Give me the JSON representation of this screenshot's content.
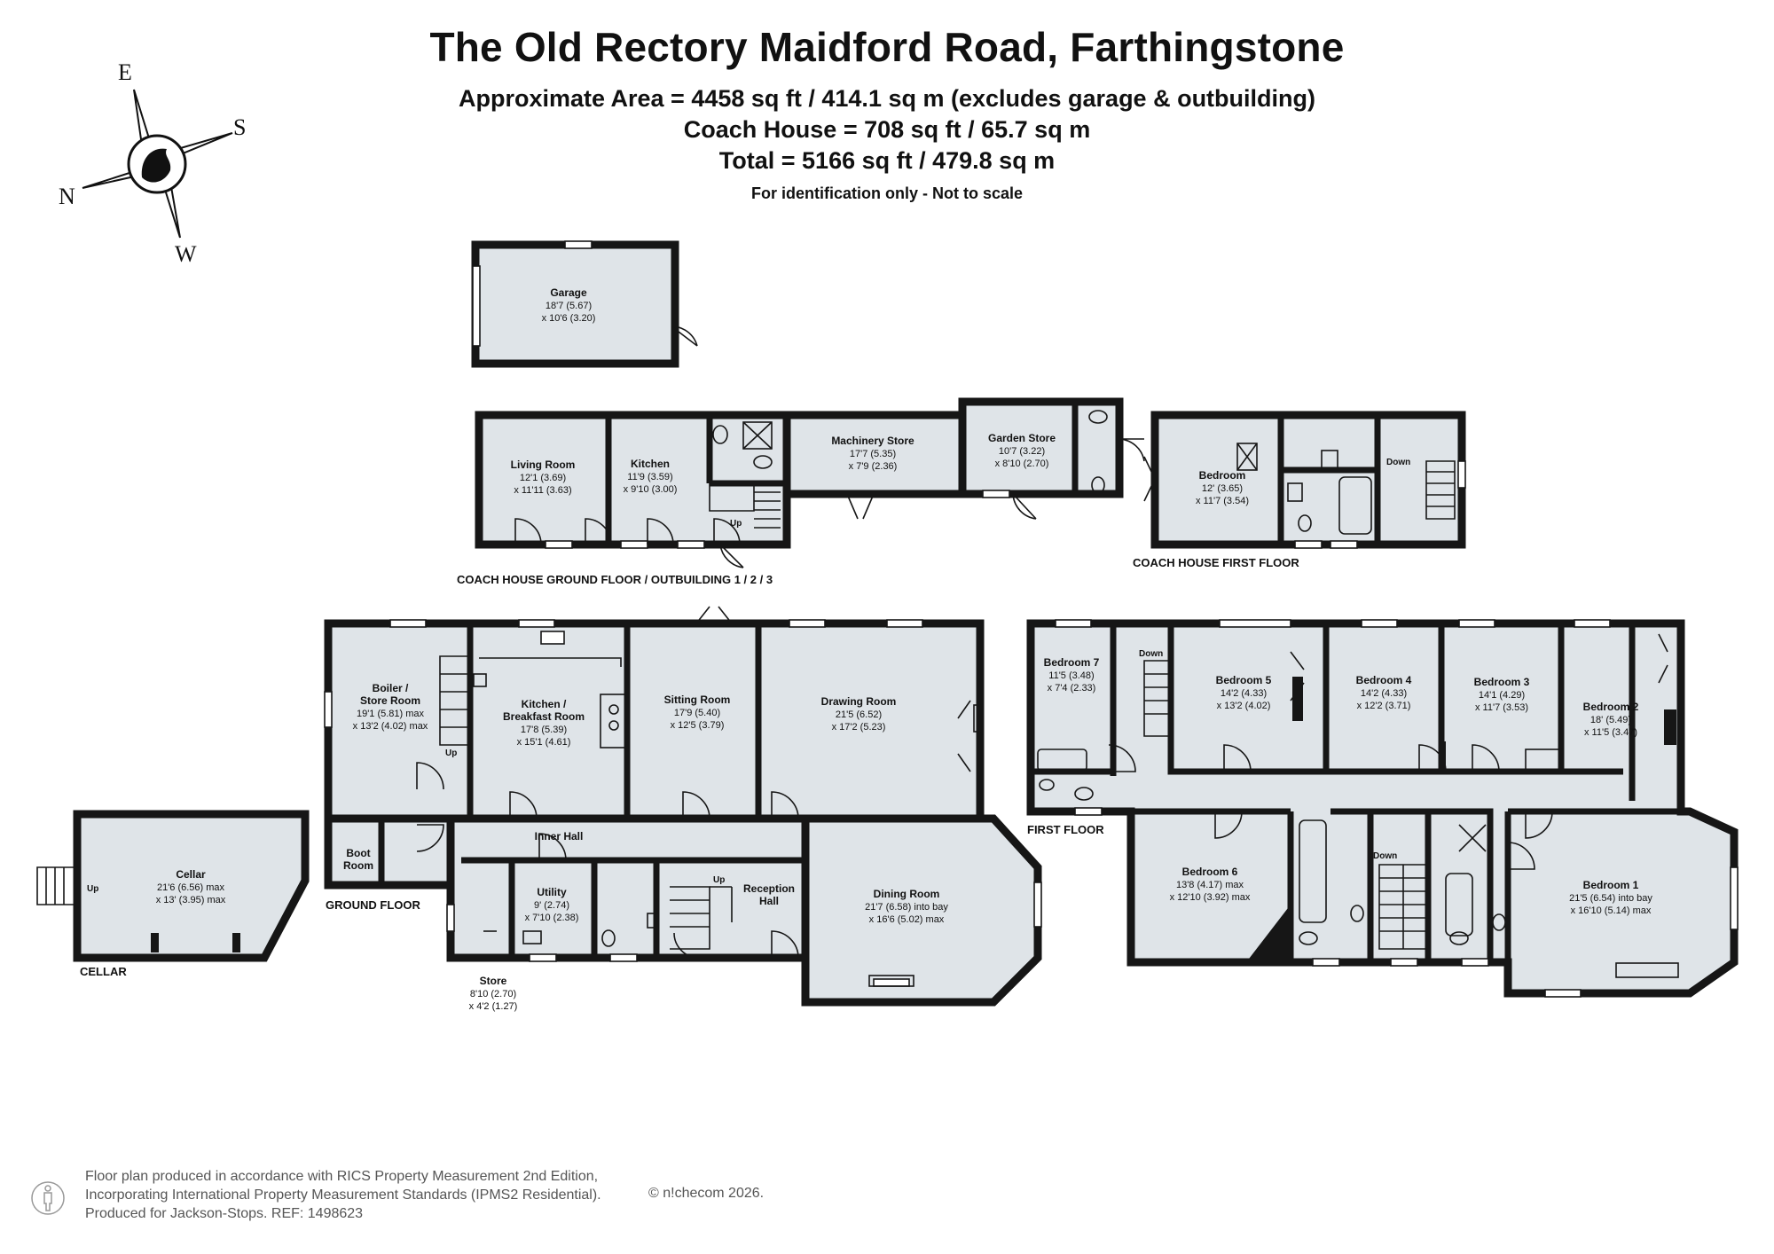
{
  "header": {
    "title": "The Old Rectory Maidford Road, Farthingstone",
    "area": "Approximate Area = 4458 sq ft / 414.1 sq m (excludes garage & outbuilding)",
    "coach_house": "Coach House = 708 sq ft / 65.7 sq m",
    "total": "Total = 5166 sq ft / 479.8 sq m",
    "note": "For identification only - Not to scale"
  },
  "compass": {
    "e": "E",
    "s": "S",
    "n": "N",
    "w": "W"
  },
  "floors": {
    "coach_ground": "COACH HOUSE GROUND FLOOR / OUTBUILDING 1 / 2 / 3",
    "coach_first": "COACH HOUSE FIRST FLOOR",
    "ground": "GROUND FLOOR",
    "first": "FIRST FLOOR",
    "cellar": "CELLAR"
  },
  "rooms": {
    "garage": {
      "name": "Garage",
      "d1": "18'7 (5.67)",
      "d2": "x 10'6 (3.20)"
    },
    "coach_living": {
      "name": "Living Room",
      "d1": "12'1 (3.69)",
      "d2": "x 11'11 (3.63)"
    },
    "coach_kitchen": {
      "name": "Kitchen",
      "d1": "11'9 (3.59)",
      "d2": "x 9'10 (3.00)"
    },
    "machinery": {
      "name": "Machinery Store",
      "d1": "17'7 (5.35)",
      "d2": "x 7'9 (2.36)"
    },
    "garden_store": {
      "name": "Garden Store",
      "d1": "10'7 (3.22)",
      "d2": "x 8'10 (2.70)"
    },
    "coach_bedroom": {
      "name": "Bedroom",
      "d1": "12' (3.65)",
      "d2": "x 11'7 (3.54)"
    },
    "boiler": {
      "name1": "Boiler /",
      "name2": "Store Room",
      "d1": "19'1 (5.81) max",
      "d2": "x 13'2 (4.02) max"
    },
    "kitchen": {
      "name1": "Kitchen /",
      "name2": "Breakfast Room",
      "d1": "17'8 (5.39)",
      "d2": "x 15'1 (4.61)"
    },
    "sitting": {
      "name": "Sitting Room",
      "d1": "17'9 (5.40)",
      "d2": "x 12'5 (3.79)"
    },
    "drawing": {
      "name": "Drawing Room",
      "d1": "21'5 (6.52)",
      "d2": "x 17'2 (5.23)"
    },
    "boot": {
      "name1": "Boot",
      "name2": "Room"
    },
    "inner_hall": {
      "name": "Inner Hall"
    },
    "utility": {
      "name": "Utility",
      "d1": "9' (2.74)",
      "d2": "x 7'10 (2.38)"
    },
    "reception": {
      "name1": "Reception",
      "name2": "Hall"
    },
    "dining": {
      "name": "Dining Room",
      "d1": "21'7 (6.58) into bay",
      "d2": "x 16'6 (5.02) max"
    },
    "store": {
      "name": "Store",
      "d1": "8'10 (2.70)",
      "d2": "x 4'2 (1.27)"
    },
    "cellar": {
      "name": "Cellar",
      "d1": "21'6 (6.56) max",
      "d2": "x 13' (3.95) max"
    },
    "bed7": {
      "name": "Bedroom 7",
      "d1": "11'5 (3.48)",
      "d2": "x 7'4 (2.33)"
    },
    "bed5": {
      "name": "Bedroom 5",
      "d1": "14'2 (4.33)",
      "d2": "x 13'2 (4.02)"
    },
    "bed4": {
      "name": "Bedroom 4",
      "d1": "14'2 (4.33)",
      "d2": "x 12'2 (3.71)"
    },
    "bed3": {
      "name": "Bedroom 3",
      "d1": "14'1 (4.29)",
      "d2": "x 11'7 (3.53)"
    },
    "bed2": {
      "name": "Bedroom 2",
      "d1": "18' (5.49)",
      "d2": "x 11'5 (3.47)"
    },
    "bed6": {
      "name": "Bedroom 6",
      "d1": "13'8 (4.17) max",
      "d2": "x 12'10 (3.92) max"
    },
    "bed1": {
      "name": "Bedroom 1",
      "d1": "21'5 (6.54) into bay",
      "d2": "x 16'10 (5.14) max"
    }
  },
  "stairs": {
    "up": "Up",
    "down": "Down"
  },
  "footer": {
    "line1": "Floor plan produced in accordance with RICS Property Measurement 2nd Edition,",
    "line2": "Incorporating International Property Measurement Standards (IPMS2 Residential).",
    "line3": "Produced for Jackson-Stops.   REF:  1498623",
    "copyright": "© n!checom 2026."
  }
}
